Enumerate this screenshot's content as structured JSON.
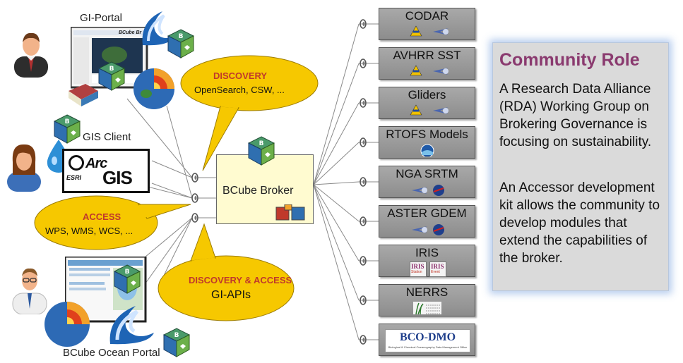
{
  "clients": {
    "gi_portal": "GI-Portal",
    "portal_header": "BCube Br",
    "gis_client": "GIS Client",
    "arcgis_brand": "Arc",
    "arcgis_brand2": "GIS",
    "esri": "ESRI",
    "esri_badge": "ESRI",
    "ocean_portal": "BCube Ocean Portal"
  },
  "bubbles": {
    "discovery": {
      "title": "DISCOVERY",
      "body": "OpenSearch, CSW, ..."
    },
    "access": {
      "title": "ACCESS",
      "body": "WPS, WMS, WCS, ..."
    },
    "discovery_access": {
      "title": "DISCOVERY & ACCESS",
      "body": "GI-APIs"
    }
  },
  "broker": {
    "title": "BCube Broker"
  },
  "sources": [
    {
      "title": "CODAR"
    },
    {
      "title": "AVHRR SST"
    },
    {
      "title": "Gliders"
    },
    {
      "title": "RTOFS Models"
    },
    {
      "title": "NGA SRTM"
    },
    {
      "title": "ASTER GDEM"
    },
    {
      "title": "IRIS"
    },
    {
      "title": "NERRS"
    },
    {
      "title": "BCO-DMO"
    }
  ],
  "iris_logo": {
    "name": "IRIS",
    "sub1": "Station",
    "sub2": "Event"
  },
  "bcodmo_sub": "Biological & Chemical Oceanography Data Management Office",
  "community": {
    "title": "Community Role",
    "p1": "A Research Data Alliance (RDA) Working Group on  Brokering Governance is focusing on sustainability.",
    "p2": "An Accessor development kit  allows the community to develop modules that extend the capabilities of the broker."
  },
  "colors": {
    "bubble_fill": "#f6c800",
    "bubble_title": "#c0392b",
    "community_title": "#8a3a6f",
    "source_box": "#9a9a9a",
    "broker_fill": "#fffbd0"
  }
}
